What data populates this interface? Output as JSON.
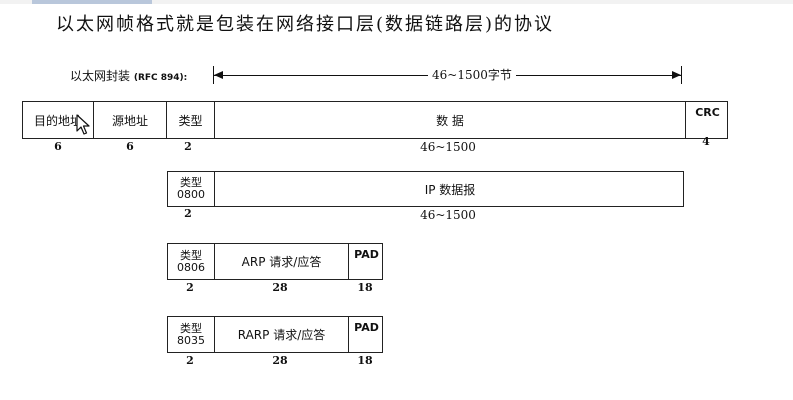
{
  "heading": "以太网帧格式就是包装在网络接口层(数据链路层)的协议",
  "encapsulation": {
    "label": "以太网封装",
    "rfc": "(RFC 894):",
    "span_label": "46~1500字节"
  },
  "frame": {
    "dest": "目的地址",
    "src": "源地址",
    "type": "类型",
    "data": "数 据",
    "crc": "CRC",
    "sizes": {
      "dest": "6",
      "src": "6",
      "type": "2",
      "data": "46~1500",
      "crc": "4"
    }
  },
  "ip": {
    "type_label": "类型",
    "type_code": "0800",
    "payload": "IP 数据报",
    "sizes": {
      "type": "2",
      "payload": "46~1500"
    }
  },
  "arp": {
    "type_label": "类型",
    "type_code": "0806",
    "payload": "ARP 请求/应答",
    "pad": "PAD",
    "sizes": {
      "type": "2",
      "payload": "28",
      "pad": "18"
    }
  },
  "rarp": {
    "type_label": "类型",
    "type_code": "8035",
    "payload": "RARP 请求/应答",
    "pad": "PAD",
    "sizes": {
      "type": "2",
      "payload": "28",
      "pad": "18"
    }
  },
  "icons": {
    "cursor": "mouse-pointer-icon"
  }
}
